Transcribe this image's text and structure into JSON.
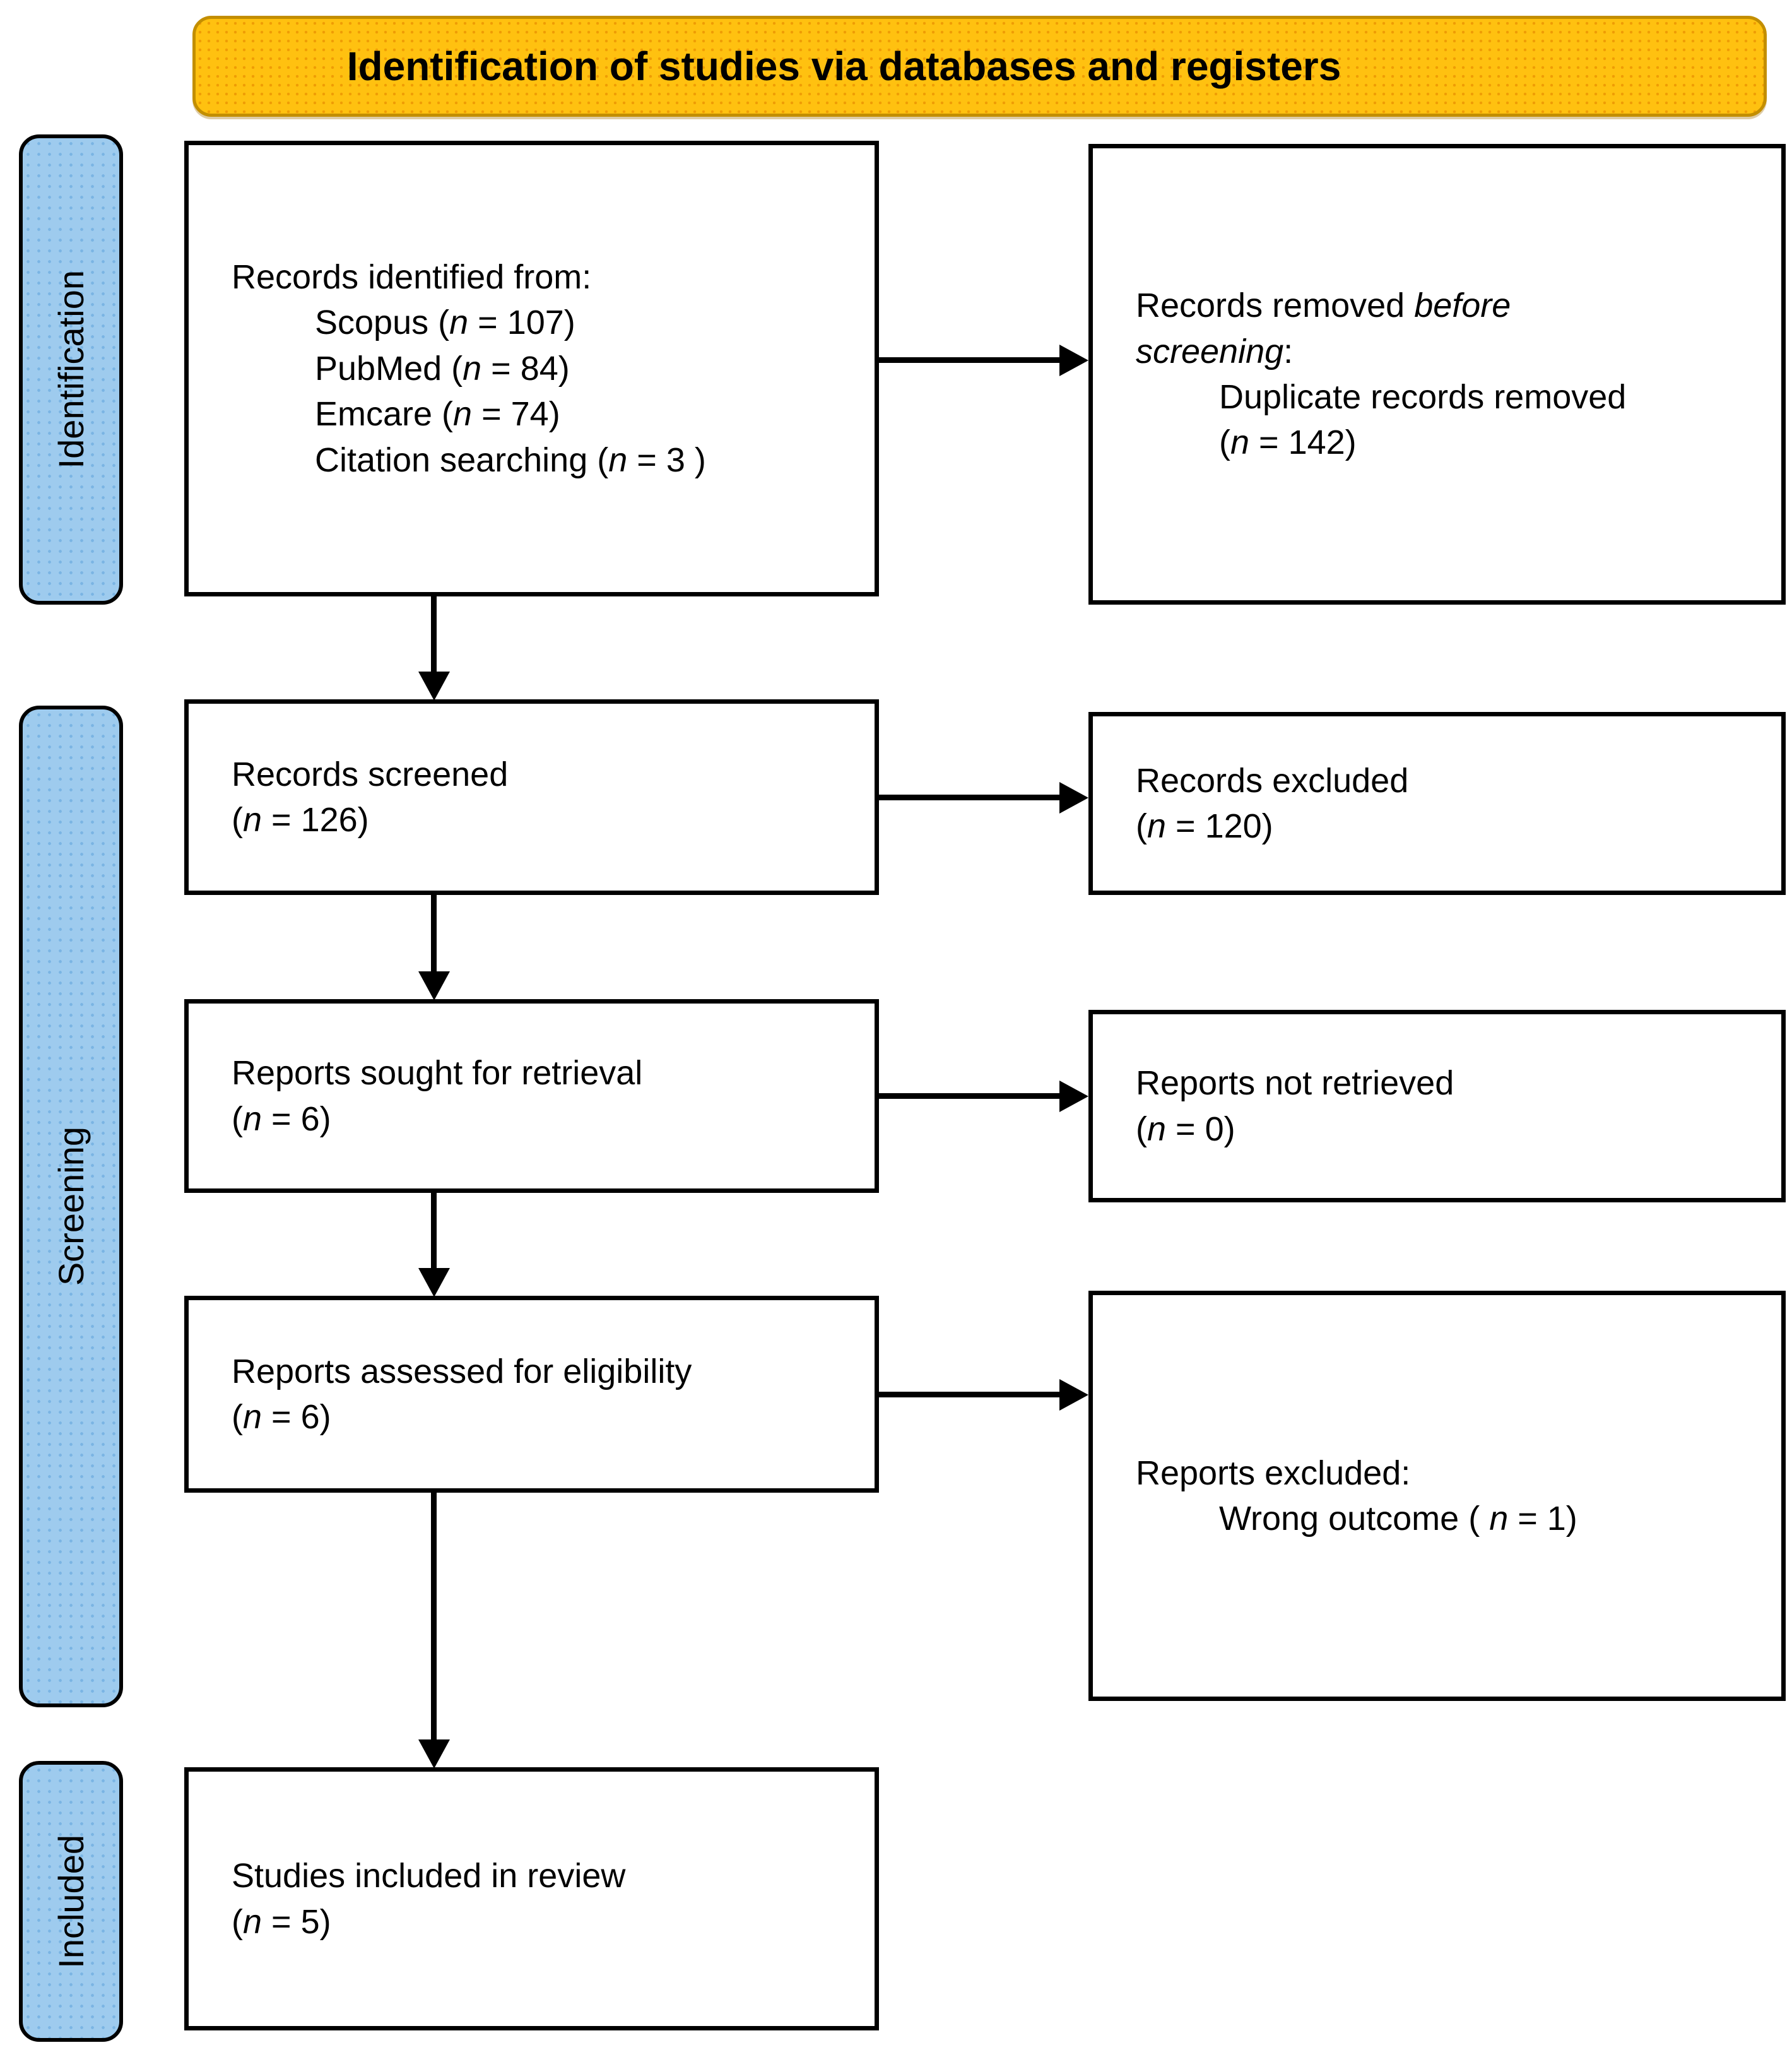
{
  "banner": {
    "title": "Identification of studies via databases and registers"
  },
  "sidebar": {
    "items": [
      {
        "id": "identification",
        "label": "Identification"
      },
      {
        "id": "screening",
        "label": "Screening"
      },
      {
        "id": "included",
        "label": "Included"
      }
    ]
  },
  "colors": {
    "banner_fill": "#FFC110",
    "banner_dot": "#EF9D05",
    "banner_border": "#C38E00",
    "rail_fill": "#9ECBEE",
    "rail_dot": "#7AB4E3",
    "box_border": "#000000",
    "text": "#000000",
    "background": "#FFFFFF"
  },
  "counts": {
    "scopus": 107,
    "pubmed": 84,
    "emcare": 74,
    "citation_searching": 3,
    "duplicate_records_removed": 142,
    "records_screened": 126,
    "records_excluded": 120,
    "reports_sought": 6,
    "reports_not_retrieved": 0,
    "reports_assessed": 6,
    "wrong_outcome_excluded": 1,
    "studies_included": 5
  },
  "boxes": {
    "records_identified": {
      "lines": [
        {
          "indent": false,
          "segs": [
            {
              "t": "Records identified from:"
            }
          ]
        },
        {
          "indent": true,
          "segs": [
            {
              "t": "Scopus ("
            },
            {
              "t": "n",
              "i": true
            },
            {
              "t": " = 107)"
            }
          ]
        },
        {
          "indent": true,
          "segs": [
            {
              "t": "PubMed  ("
            },
            {
              "t": "n",
              "i": true
            },
            {
              "t": " = 84)"
            }
          ]
        },
        {
          "indent": true,
          "segs": [
            {
              "t": "Emcare ("
            },
            {
              "t": "n",
              "i": true
            },
            {
              "t": " = 74)"
            }
          ]
        },
        {
          "indent": true,
          "segs": [
            {
              "t": "Citation searching ("
            },
            {
              "t": "n",
              "i": true
            },
            {
              "t": " = 3 )"
            }
          ]
        }
      ]
    },
    "records_removed": {
      "lines": [
        {
          "indent": false,
          "segs": [
            {
              "t": "Records removed "
            },
            {
              "t": "before",
              "i": true
            }
          ]
        },
        {
          "indent": false,
          "segs": [
            {
              "t": "screening",
              "i": true
            },
            {
              "t": ":"
            }
          ]
        },
        {
          "indent": true,
          "segs": [
            {
              "t": "Duplicate records  removed"
            }
          ]
        },
        {
          "indent": true,
          "segs": [
            {
              "t": "("
            },
            {
              "t": "n",
              "i": true
            },
            {
              "t": " =  142)"
            }
          ]
        }
      ]
    },
    "records_screened": {
      "lines": [
        {
          "indent": false,
          "segs": [
            {
              "t": "Records screened"
            }
          ]
        },
        {
          "indent": false,
          "segs": [
            {
              "t": "("
            },
            {
              "t": "n",
              "i": true
            },
            {
              "t": " = 126)"
            }
          ]
        }
      ]
    },
    "records_excluded": {
      "lines": [
        {
          "indent": false,
          "segs": [
            {
              "t": "Records excluded"
            }
          ]
        },
        {
          "indent": false,
          "segs": [
            {
              "t": "("
            },
            {
              "t": "n",
              "i": true
            },
            {
              "t": " = 120)"
            }
          ]
        }
      ]
    },
    "reports_sought": {
      "lines": [
        {
          "indent": false,
          "segs": [
            {
              "t": "Reports sought for retrieval"
            }
          ]
        },
        {
          "indent": false,
          "segs": [
            {
              "t": "("
            },
            {
              "t": "n",
              "i": true
            },
            {
              "t": " = 6)"
            }
          ]
        }
      ]
    },
    "reports_not_retrieved": {
      "lines": [
        {
          "indent": false,
          "segs": [
            {
              "t": "Reports not retrieved"
            }
          ]
        },
        {
          "indent": false,
          "segs": [
            {
              "t": "("
            },
            {
              "t": "n",
              "i": true
            },
            {
              "t": " = 0)"
            }
          ]
        }
      ]
    },
    "reports_assessed": {
      "lines": [
        {
          "indent": false,
          "segs": [
            {
              "t": "Reports assessed for eligibility"
            }
          ]
        },
        {
          "indent": false,
          "segs": [
            {
              "t": "("
            },
            {
              "t": "n",
              "i": true
            },
            {
              "t": " = 6)"
            }
          ]
        }
      ]
    },
    "reports_excluded": {
      "lines": [
        {
          "indent": false,
          "segs": [
            {
              "t": "Reports excluded:"
            }
          ]
        },
        {
          "indent": true,
          "segs": [
            {
              "t": "Wrong outcome ( "
            },
            {
              "t": "n",
              "i": true
            },
            {
              "t": " = 1)"
            }
          ]
        }
      ]
    },
    "studies_included": {
      "lines": [
        {
          "indent": false,
          "segs": [
            {
              "t": "Studies included in review"
            }
          ]
        },
        {
          "indent": false,
          "segs": [
            {
              "t": "("
            },
            {
              "t": "n",
              "i": true
            },
            {
              "t": " = 5)"
            }
          ]
        }
      ]
    }
  }
}
